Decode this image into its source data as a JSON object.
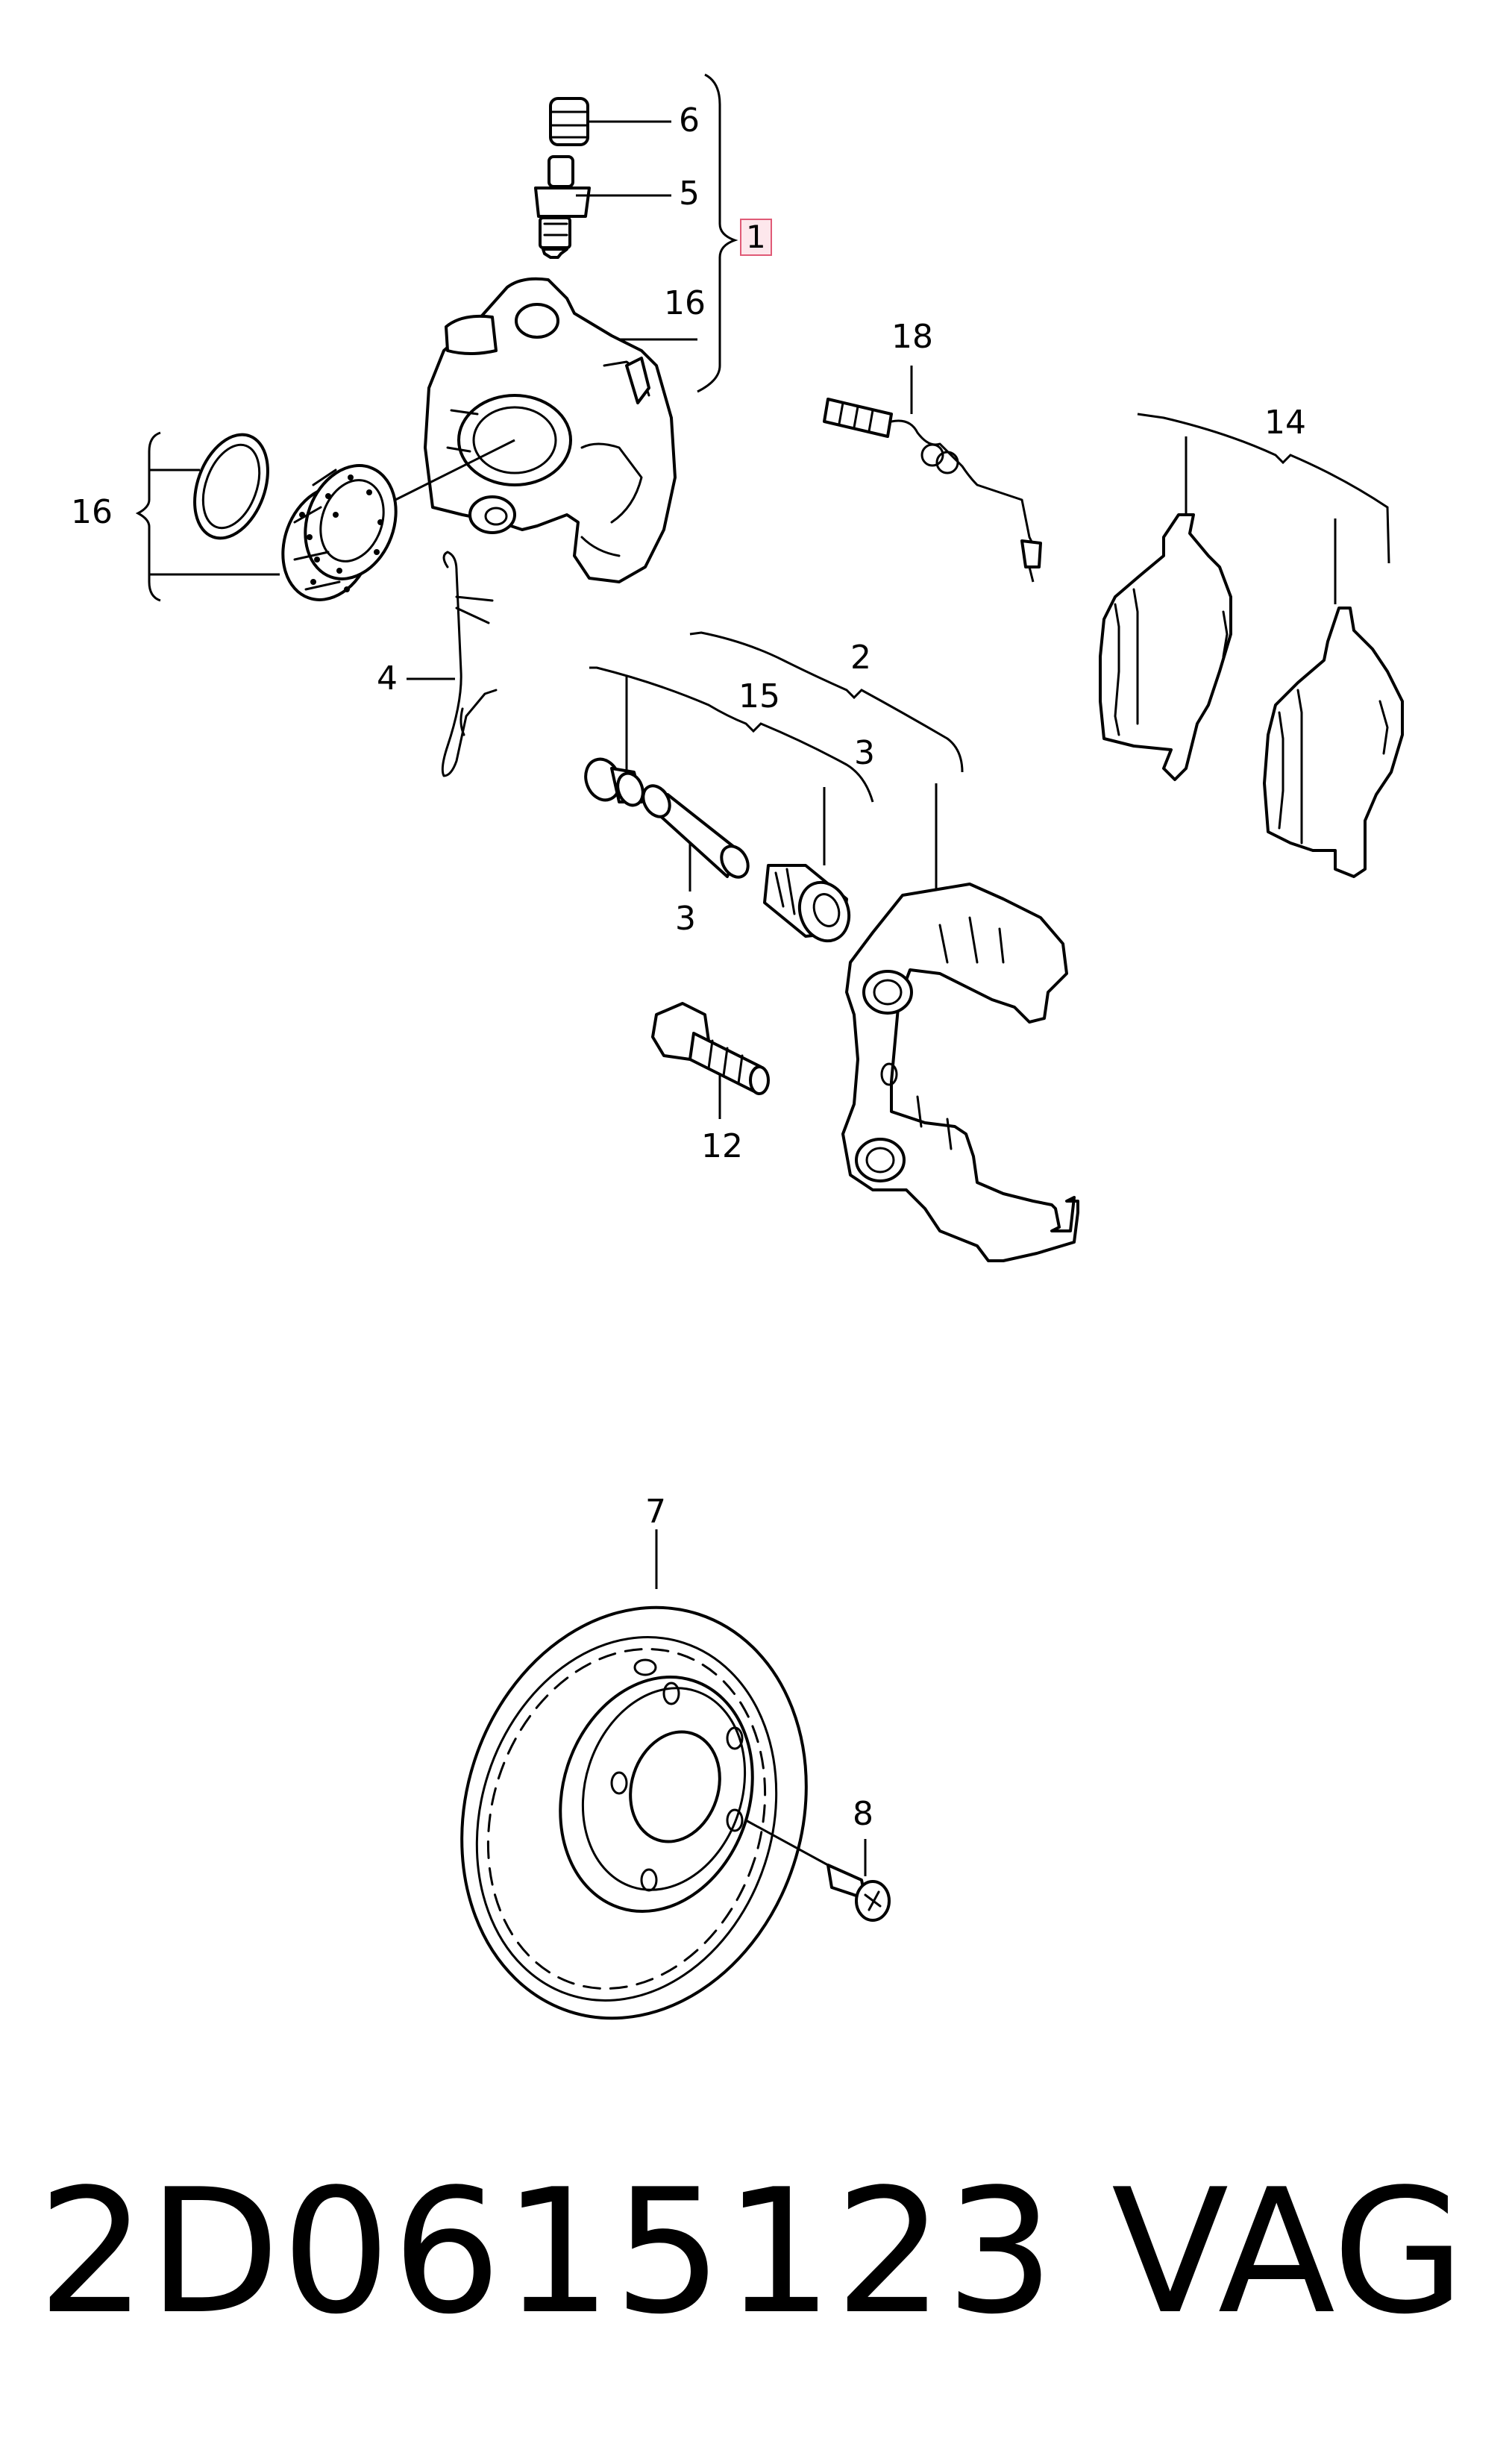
{
  "callouts": {
    "c6": "6",
    "c5": "5",
    "c1": "1",
    "c16a": "16",
    "c16b": "16",
    "c18": "18",
    "c14": "14",
    "c4": "4",
    "c2": "2",
    "c15": "15",
    "c3a": "3",
    "c3b": "3",
    "c12": "12",
    "c7": "7",
    "c8": "8"
  },
  "footer": {
    "part_number": "2D0615123",
    "brand": "VAG"
  },
  "colors": {
    "line": "#000000",
    "highlight_fill": "#fde7ec",
    "highlight_border": "#e05a76"
  }
}
